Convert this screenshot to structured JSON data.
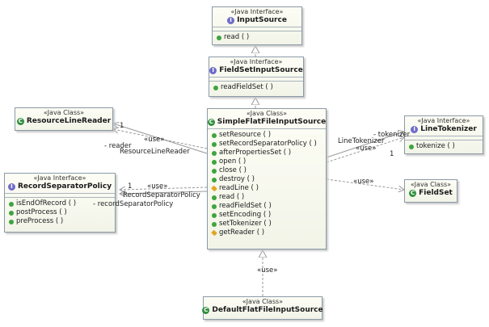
{
  "classes": {
    "input_source": {
      "stereotype": "«Java Interface»",
      "name": "InputSource",
      "kind": "interface",
      "operations": [
        {
          "label": "read ( )",
          "visibility": "public"
        }
      ]
    },
    "field_set_input_source": {
      "stereotype": "«Java Interface»",
      "name": "FieldSetInputSource",
      "kind": "interface",
      "operations": [
        {
          "label": "readFieldSet ( )",
          "visibility": "public"
        }
      ]
    },
    "resource_line_reader": {
      "stereotype": "«Java Class»",
      "name": "ResourceLineReader",
      "kind": "class",
      "operations": []
    },
    "simple_flat_file_input_source": {
      "stereotype": "«Java Class»",
      "name": "SimpleFlatFileInputSource",
      "kind": "class",
      "operations": [
        {
          "label": "setResource ( )",
          "visibility": "public"
        },
        {
          "label": "setRecordSeparatorPolicy ( )",
          "visibility": "public"
        },
        {
          "label": "afterPropertiesSet ( )",
          "visibility": "public"
        },
        {
          "label": "open ( )",
          "visibility": "public"
        },
        {
          "label": "close ( )",
          "visibility": "public"
        },
        {
          "label": "destroy ( )",
          "visibility": "public"
        },
        {
          "label": "readLine ( )",
          "visibility": "protected"
        },
        {
          "label": "read ( )",
          "visibility": "public"
        },
        {
          "label": "readFieldSet ( )",
          "visibility": "public"
        },
        {
          "label": "setEncoding ( )",
          "visibility": "public"
        },
        {
          "label": "setTokenizer ( )",
          "visibility": "public"
        },
        {
          "label": "getReader ( )",
          "visibility": "protected"
        }
      ]
    },
    "line_tokenizer": {
      "stereotype": "«Java Interface»",
      "name": "LineTokenizer",
      "kind": "interface",
      "operations": [
        {
          "label": "tokenize ( )",
          "visibility": "public"
        }
      ]
    },
    "record_separator_policy": {
      "stereotype": "«Java Interface»",
      "name": "RecordSeparatorPolicy",
      "kind": "interface",
      "operations": [
        {
          "label": "isEndOfRecord ( )",
          "visibility": "public"
        },
        {
          "label": "postProcess ( )",
          "visibility": "public"
        },
        {
          "label": "preProcess ( )",
          "visibility": "public"
        }
      ]
    },
    "field_set": {
      "stereotype": "«Java Class»",
      "name": "FieldSet",
      "kind": "class",
      "operations": []
    },
    "default_flat_file_input_source": {
      "stereotype": "«Java Class»",
      "name": "DefaultFlatFileInputSource",
      "kind": "class",
      "operations": []
    }
  },
  "labels": {
    "use": "«use»",
    "one": "1",
    "reader_role": "- reader",
    "resource_line_reader": "ResourceLineReader",
    "record_separator_policy": "RecordSeparatorPolicy",
    "record_separator_policy_role": "- recordSeparatorPolicy",
    "line_tokenizer": "LineTokenizer",
    "tokenizer_role": "- tokenizer"
  },
  "colors": {
    "interface_icon": "#6f6cc9",
    "class_icon": "#2f8f3f",
    "public_op": "#3fa33f",
    "protected_op": "#e0a623",
    "box_border": "#8a9aa8"
  }
}
